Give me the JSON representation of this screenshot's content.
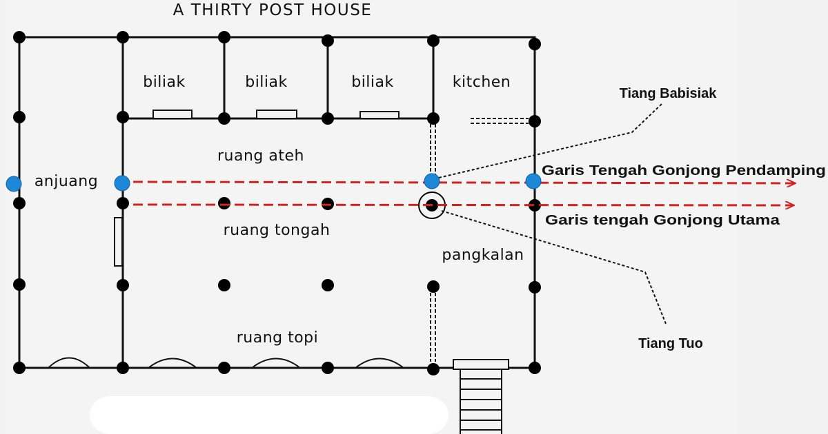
{
  "title": "A THIRTY POST HOUSE",
  "rooms": {
    "biliak_1": "biliak",
    "biliak_2": "biliak",
    "biliak_3": "biliak",
    "kitchen": "kitchen",
    "anjuang": "anjuang",
    "ruang_ateh": "ruang ateh",
    "ruang_tongah": "ruang tongah",
    "pangkalan": "pangkalan",
    "ruang_topi": "ruang topi"
  },
  "annotations": {
    "tiang_babisiak": "Tiang Babisiak",
    "tiang_tuo": "Tiang Tuo",
    "line_pendamping": "Garis Tengah Gonjong Pendamping",
    "line_utama": "Garis tengah Gonjong Utama"
  },
  "colors": {
    "post": "#000000",
    "highlight_post": "#1e88d8",
    "center_line": "#d32222",
    "wall": "#111111",
    "leader": "#111111"
  }
}
